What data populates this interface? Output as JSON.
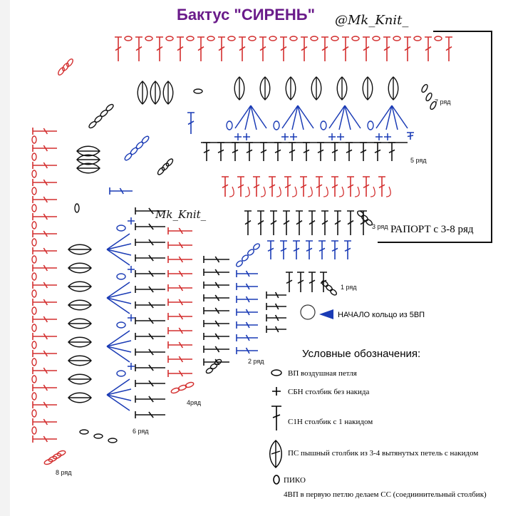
{
  "title": "Бактус \"СИРЕНЬ\"",
  "signature": "@Mk_Knit_",
  "signature2": "Mk_Knit_",
  "rows": {
    "r1": "1 ряд",
    "r2": "2 ряд",
    "r3": "3 ряд",
    "r4": "4ряд",
    "r5": "5 ряд",
    "r6": "6 ряд",
    "r7": "7 ряд",
    "r8": "8 ряд"
  },
  "repeat_label": "РАПОРТ с 3-8 ряд",
  "start_label": "НАЧАЛО кольцо из  5ВП",
  "legend": {
    "title": "Условные обозначения:",
    "items": [
      {
        "icon": "chain-oval-icon",
        "text": "ВП воздушная петля"
      },
      {
        "icon": "single-crochet-cross-icon",
        "text": "СБН столбик без накида"
      },
      {
        "icon": "double-crochet-stitch-icon",
        "text": "С1Н столбик с 1 накидом"
      },
      {
        "icon": "puff-stitch-icon",
        "text": "ПС пышный столбик из 3-4 вытянутых петель с накидом"
      },
      {
        "icon": "picot-icon",
        "text": "ПИКО"
      },
      {
        "icon": "picot-note",
        "text": "4ВП в первую петлю делаем СС (соедиинительный столбик)"
      }
    ]
  },
  "colors": {
    "title": "#6a1b8a",
    "red": "#d32f2f",
    "blue": "#1a3bb5",
    "black": "#111111",
    "start_arrow": "#1a3bb5"
  }
}
